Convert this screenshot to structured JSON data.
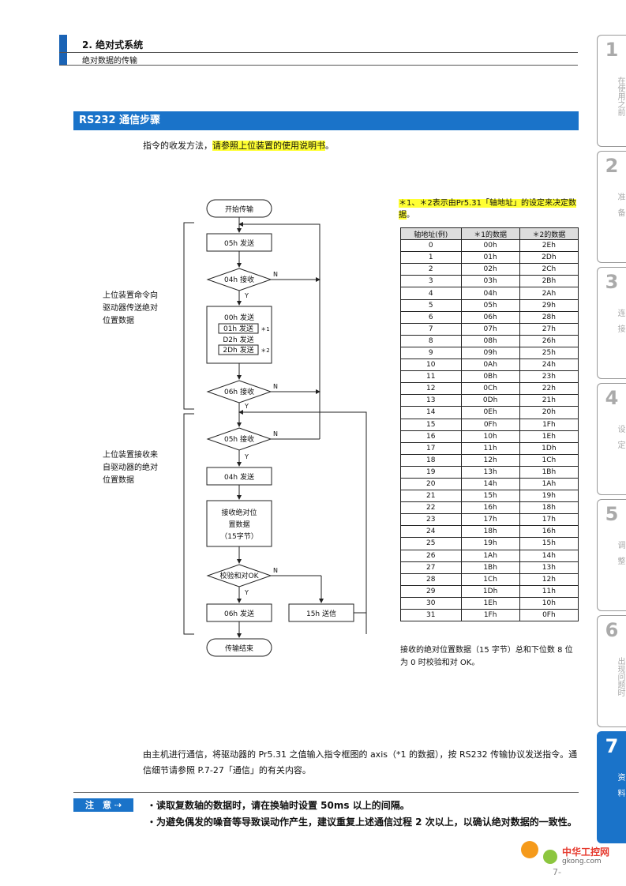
{
  "header": {
    "chapter": "2. 绝对式系统",
    "subtitle": "绝对数据的传输"
  },
  "section": {
    "title": "RS232 通信步骤"
  },
  "intro": {
    "prefix": "指令的收发方法，",
    "highlight": "请参照上位装置的使用说明书",
    "suffix": "。"
  },
  "table_note": {
    "highlight": "＊1、＊2表示由Pr5.31「轴地址」的设定来决定数据",
    "suffix": "。"
  },
  "table": {
    "headers": [
      "轴地址(例)",
      "＊1的数据",
      "＊2的数据"
    ],
    "rows": [
      [
        "0",
        "00h",
        "2Eh"
      ],
      [
        "1",
        "01h",
        "2Dh"
      ],
      [
        "2",
        "02h",
        "2Ch"
      ],
      [
        "3",
        "03h",
        "2Bh"
      ],
      [
        "4",
        "04h",
        "2Ah"
      ],
      [
        "5",
        "05h",
        "29h"
      ],
      [
        "6",
        "06h",
        "28h"
      ],
      [
        "7",
        "07h",
        "27h"
      ],
      [
        "8",
        "08h",
        "26h"
      ],
      [
        "9",
        "09h",
        "25h"
      ],
      [
        "10",
        "0Ah",
        "24h"
      ],
      [
        "11",
        "0Bh",
        "23h"
      ],
      [
        "12",
        "0Ch",
        "22h"
      ],
      [
        "13",
        "0Dh",
        "21h"
      ],
      [
        "14",
        "0Eh",
        "20h"
      ],
      [
        "15",
        "0Fh",
        "1Fh"
      ],
      [
        "16",
        "10h",
        "1Eh"
      ],
      [
        "17",
        "11h",
        "1Dh"
      ],
      [
        "18",
        "12h",
        "1Ch"
      ],
      [
        "19",
        "13h",
        "1Bh"
      ],
      [
        "20",
        "14h",
        "1Ah"
      ],
      [
        "21",
        "15h",
        "19h"
      ],
      [
        "22",
        "16h",
        "18h"
      ],
      [
        "23",
        "17h",
        "17h"
      ],
      [
        "24",
        "18h",
        "16h"
      ],
      [
        "25",
        "19h",
        "15h"
      ],
      [
        "26",
        "1Ah",
        "14h"
      ],
      [
        "27",
        "1Bh",
        "13h"
      ],
      [
        "28",
        "1Ch",
        "12h"
      ],
      [
        "29",
        "1Dh",
        "11h"
      ],
      [
        "30",
        "1Eh",
        "10h"
      ],
      [
        "31",
        "1Fh",
        "0Fh"
      ]
    ]
  },
  "table_footer": "接收的绝对位置数据（15 字节）总和下位数 8 位为 0 时校验和对 OK。",
  "flow": {
    "start": "开始传输",
    "send05": "05h 发送",
    "recv04": "04h 接收",
    "send00": "00h 发送",
    "send01": "01h 发送",
    "sendD2": "D2h 发送",
    "send2D": "2Dh 发送",
    "star1": "＊1",
    "star2": "＊2",
    "recv06": "06h 接收",
    "recv05": "05h 接收",
    "send04": "04h 发送",
    "recv_abs_1": "接收绝对位",
    "recv_abs_2": "置数据",
    "recv_abs_3": "（15字节）",
    "checksum": "校验和对OK",
    "send06": "06h 发送",
    "send15": "15h 送信",
    "end": "传输结束",
    "yes": "Y",
    "no": "N"
  },
  "side_labels": {
    "upper": [
      "上位装置命令向",
      "驱动器传送绝对",
      "位置数据"
    ],
    "lower": [
      "上位装置接收来",
      "自驱动器的绝对",
      "位置数据"
    ]
  },
  "body_text": "由主机进行通信，将驱动器的 Pr5.31 之值输入指令框图的 axis（*1 的数据），按 RS232 传输协议发送指令。通信细节请参照 P.7-27「通信」的有关内容。",
  "caution": {
    "label": "注　意 ⇢",
    "items": [
      "・读取复数轴的数据时，请在换轴时设置 50ms 以上的间隔。",
      "・为避免偶发的噪音等导致误动作产生，建议重复上述通信过程 2 次以上，以确认绝对数据的一致性。"
    ]
  },
  "tabs": [
    {
      "num": "1",
      "label": "在使用之前"
    },
    {
      "num": "2",
      "label": "准　备"
    },
    {
      "num": "3",
      "label": "连　接"
    },
    {
      "num": "4",
      "label": "设　定"
    },
    {
      "num": "5",
      "label": "调　整"
    },
    {
      "num": "6",
      "label": "出现问题时"
    },
    {
      "num": "7",
      "label": "资　料"
    }
  ],
  "watermark": {
    "text": "中华工控网",
    "url": "gkong.com"
  },
  "page_number": "7-"
}
